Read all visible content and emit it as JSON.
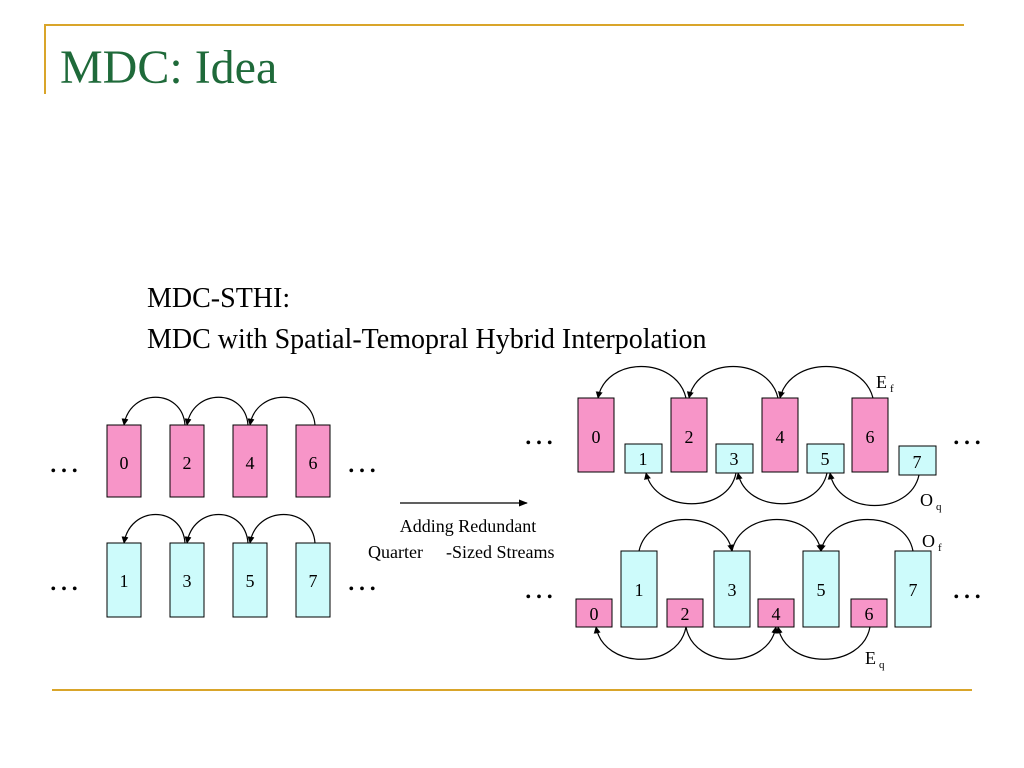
{
  "title": "MDC: Idea",
  "subtitle": {
    "line1": "MDC-STHI:",
    "line2": "MDC with Spatial-Temopral Hybrid Interpolation"
  },
  "ellipsis": "…",
  "arrow_label": {
    "line1": "Adding Redundant",
    "line2_part1": "Quarter",
    "line2_part2": "-Sized Streams"
  },
  "colors": {
    "title": "#1f6a3a",
    "frame": "#d9a52a",
    "even_frame": "#f795c8",
    "odd_frame": "#cdfbfb"
  },
  "left_even_frames": [
    "0",
    "2",
    "4",
    "6"
  ],
  "left_odd_frames": [
    "1",
    "3",
    "5",
    "7"
  ],
  "right_top": {
    "full_frames": [
      "0",
      "2",
      "4",
      "6"
    ],
    "quarter_frames": [
      "1",
      "3",
      "5",
      "7"
    ],
    "full_label": {
      "main": "E",
      "sub": "f"
    },
    "quarter_label": {
      "main": "O",
      "sub": "q"
    }
  },
  "right_bottom": {
    "full_frames": [
      "1",
      "3",
      "5",
      "7"
    ],
    "quarter_frames": [
      "0",
      "2",
      "4",
      "6"
    ],
    "full_label": {
      "main": "O",
      "sub": "f"
    },
    "quarter_label": {
      "main": "E",
      "sub": "q"
    }
  }
}
